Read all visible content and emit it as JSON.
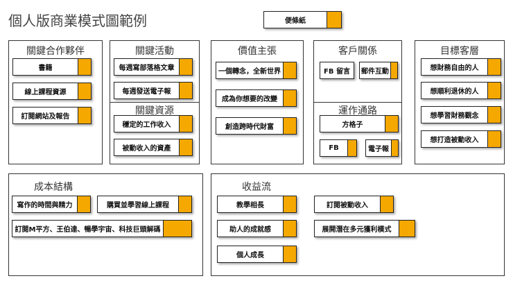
{
  "title": "個人版商業模式圖範例",
  "top_note": {
    "label": "便條紙",
    "color": "#f5a800"
  },
  "sections": {
    "partners": {
      "title": "關鍵合作夥伴",
      "notes": [
        "書籍",
        "線上課程資源",
        "訂閱網站及報告"
      ]
    },
    "activities": {
      "title": "關鍵活動",
      "notes": [
        "每週寫部落格文章",
        "每週發送電子報"
      ]
    },
    "resources": {
      "title": "關鍵資源",
      "notes": [
        "穩定的工作收入",
        "被動收入的資產"
      ]
    },
    "value": {
      "title": "價值主張",
      "notes": [
        "一個轉念，全新世界",
        "成為你想要的改變",
        "創造跨時代財富"
      ]
    },
    "relationships": {
      "title": "客戶關係",
      "notes": [
        "FB 留言",
        "郵件互動"
      ]
    },
    "channels": {
      "title": "運作通路",
      "notes": [
        "方格子",
        "FB",
        "電子報"
      ]
    },
    "segments": {
      "title": "目標客層",
      "notes": [
        "想財務自由的人",
        "想順利退休的人",
        "想學習財務觀念",
        "想打造被動收入"
      ]
    },
    "cost": {
      "title": "成本結構",
      "notes": [
        "寫作的時間與精力",
        "購買並學習線上課程",
        "訂閱M平方、王伯達、暢學宇宙、科技巨頭解碼"
      ]
    },
    "revenue": {
      "title": "收益流",
      "notes": [
        "教學相長",
        "助人的成就感",
        "個人成長",
        "訂閱被動收入",
        "展開潛在多元獲利模式"
      ]
    }
  }
}
